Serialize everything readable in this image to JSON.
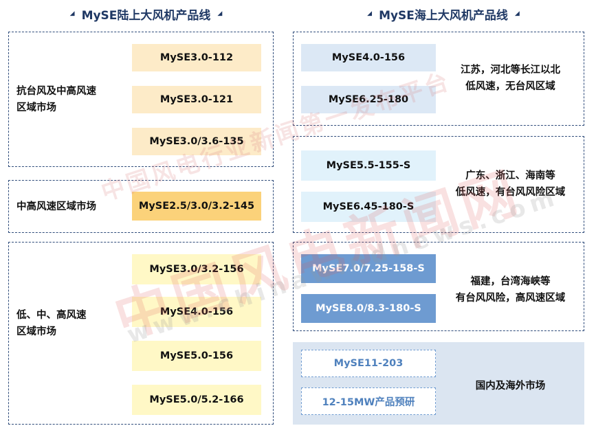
{
  "onshore": {
    "title": "MySE陆上大风机产品线",
    "groups": [
      {
        "label_lines": [
          "抗台风及中高风速",
          "区域市场"
        ],
        "products": [
          "MySE3.0-112",
          "MySE3.0-121",
          "MySE3.0/3.6-135"
        ]
      },
      {
        "label_lines": [
          "中高风速区域市场"
        ],
        "products": [
          "MySE2.5/3.0/3.2-145"
        ]
      },
      {
        "label_lines": [
          "低、中、高风速",
          "区域市场"
        ],
        "products": [
          "MySE3.0/3.2-156",
          "MySE4.0-156",
          "MySE5.0-156",
          "MySE5.0/5.2-166"
        ]
      }
    ]
  },
  "offshore": {
    "title": "MySE海上大风机产品线",
    "groups": [
      {
        "label_lines": [
          "江苏，河北等长江以北",
          "低风速，无台风区域"
        ],
        "products": [
          "MySE4.0-156",
          "MySE6.25-180"
        ]
      },
      {
        "label_lines": [
          "广东、浙江、海南等",
          "低风速，有台风风险区域"
        ],
        "products": [
          "MySE5.5-155-S",
          "MySE6.45-180-S"
        ]
      },
      {
        "label_lines": [
          "福建，台湾海峡等",
          "有台风风险，高风速区域"
        ],
        "products": [
          "MySE7.0/7.25-158-S",
          "MySE8.0/8.3-180-S"
        ]
      },
      {
        "label_lines": [
          "国内及海外市场"
        ],
        "products": [
          "MySE11-203",
          "12-15MW产品预研"
        ]
      }
    ]
  },
  "watermark": {
    "line1": "中国风电行业新闻第一发布平台",
    "line2": "中国风电新闻网",
    "line3": "www.chinawindnews.com"
  },
  "colors": {
    "title_navy": "#1f3864",
    "frame_dash": "#2e4b7a",
    "peach": "#fdebc8",
    "orange": "#fbd27a",
    "yellow": "#fff8c6",
    "light_blue": "#dce8f5",
    "ice_blue": "#e1f2fb",
    "mid_blue": "#6e9bd1",
    "gray_blue_panel": "#dbe5f1"
  }
}
